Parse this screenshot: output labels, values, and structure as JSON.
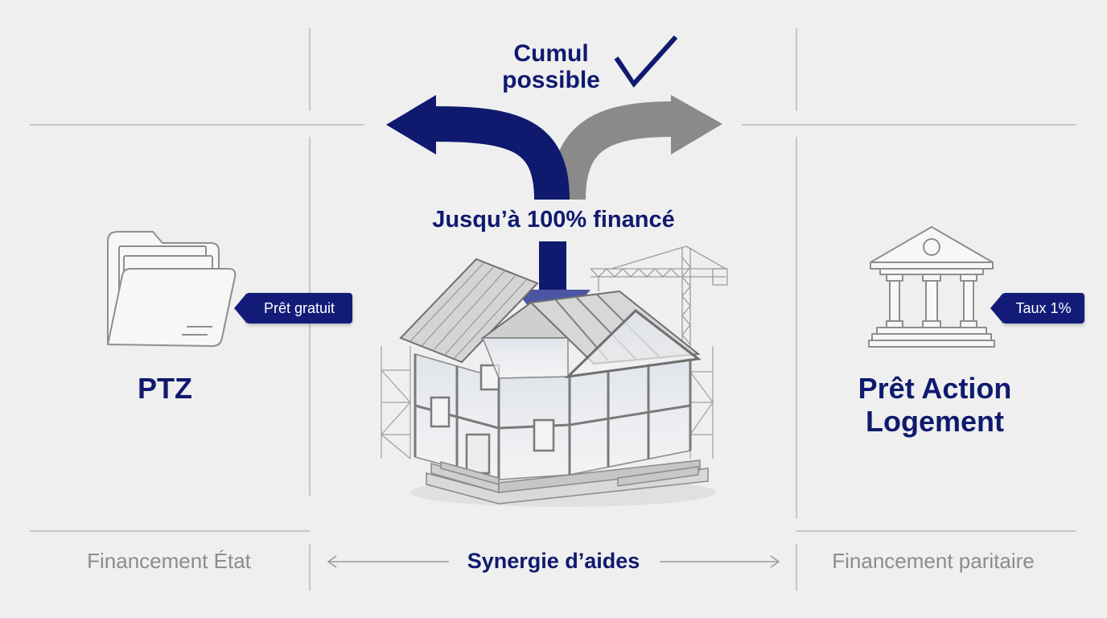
{
  "top": {
    "cumul_line1": "Cumul",
    "cumul_line2": "possible",
    "financing_headline": "Jusqu’à 100% financé"
  },
  "left": {
    "title": "PTZ",
    "tag": "Prêt gratuit",
    "footer": "Financement État",
    "icon": "folder-icon"
  },
  "right": {
    "title_line1": "Prêt Action",
    "title_line2": "Logement",
    "tag": "Taux 1%",
    "footer": "Financement paritaire",
    "icon": "bank-building-icon"
  },
  "bottom": {
    "center_label": "Synergie d’aides"
  },
  "center": {
    "illustration": "house-under-construction-illustration"
  },
  "colors": {
    "navy": "#0f1a6e",
    "arrow_gray": "#8a8a8a",
    "line_gray": "#b9b9b9",
    "background": "#efefef"
  }
}
